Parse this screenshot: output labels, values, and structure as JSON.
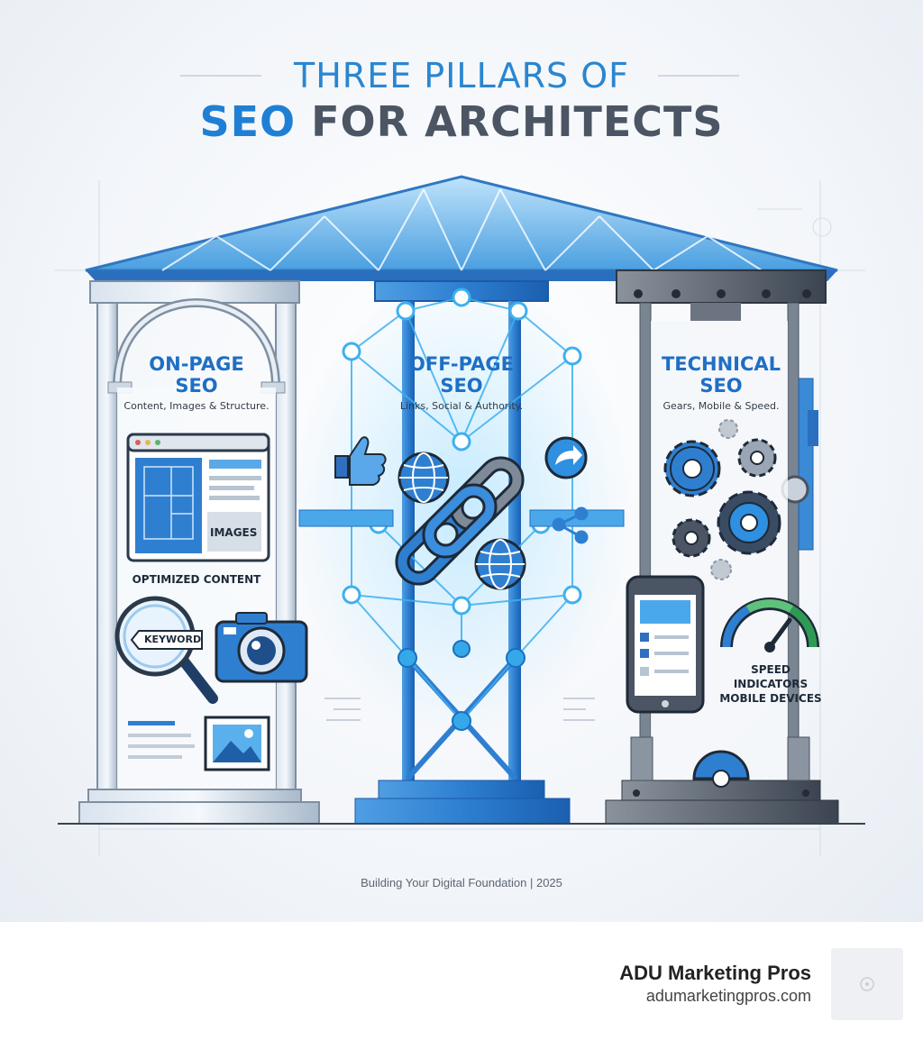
{
  "title": {
    "line1": "THREE PILLARS OF",
    "seo": "SEO",
    "rest": " FOR ARCHITECTS"
  },
  "pillars": [
    {
      "line1": "ON-PAGE",
      "line2": "SEO",
      "subtitle": "Content, Images & Structure.",
      "color": "#1f6fc4"
    },
    {
      "line1": "OFF-PAGE",
      "line2": "SEO",
      "subtitle": "Links, Social & Authority.",
      "color": "#1f6fc4"
    },
    {
      "line1": "TECHNICAL",
      "line2": "SEO",
      "subtitle": "Gears, Mobile & Speed.",
      "color": "#1f6fc4"
    }
  ],
  "onpage": {
    "images_label": "IMAGES",
    "content_label": "OPTIMIZED CONTENT",
    "keyword_label": "KEYWORD"
  },
  "technical": {
    "speed_line1": "SPEED",
    "speed_line2": "INDICATORS",
    "speed_line3": "MOBILE DEVICES"
  },
  "footer": {
    "caption": "Building Your Digital Foundation | 2025"
  },
  "brand": {
    "name": "ADU Marketing Pros",
    "url": "adumarketingpros.com"
  },
  "colors": {
    "accent": "#1f7fd4",
    "dark": "#4b5563",
    "steel": "#8fa3b8",
    "glow": "#5ec3f5"
  }
}
